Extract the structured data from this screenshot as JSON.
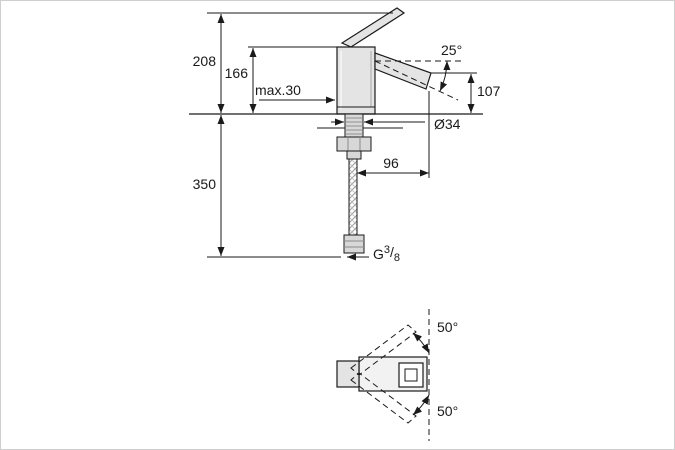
{
  "colors": {
    "background": "#ffffff",
    "frame_border": "#cfcfcf",
    "line": "#1a1a1a"
  },
  "side_view": {
    "description": "basin mixer side elevation with dimensions",
    "dims": {
      "total_height": "208",
      "body_height": "166",
      "deck_thickness_max": "max.30",
      "spout_angle": "25°",
      "spout_outlet_height": "107",
      "mounting_hole_diameter": "Ø34",
      "spout_reach": "96",
      "hose_length": "350",
      "thread_g": "G",
      "thread_num": "3",
      "thread_sep": "/",
      "thread_den": "8"
    }
  },
  "plan_view": {
    "description": "handle swing range view",
    "dims": {
      "swing_up": "50°",
      "swing_down": "50°"
    }
  }
}
